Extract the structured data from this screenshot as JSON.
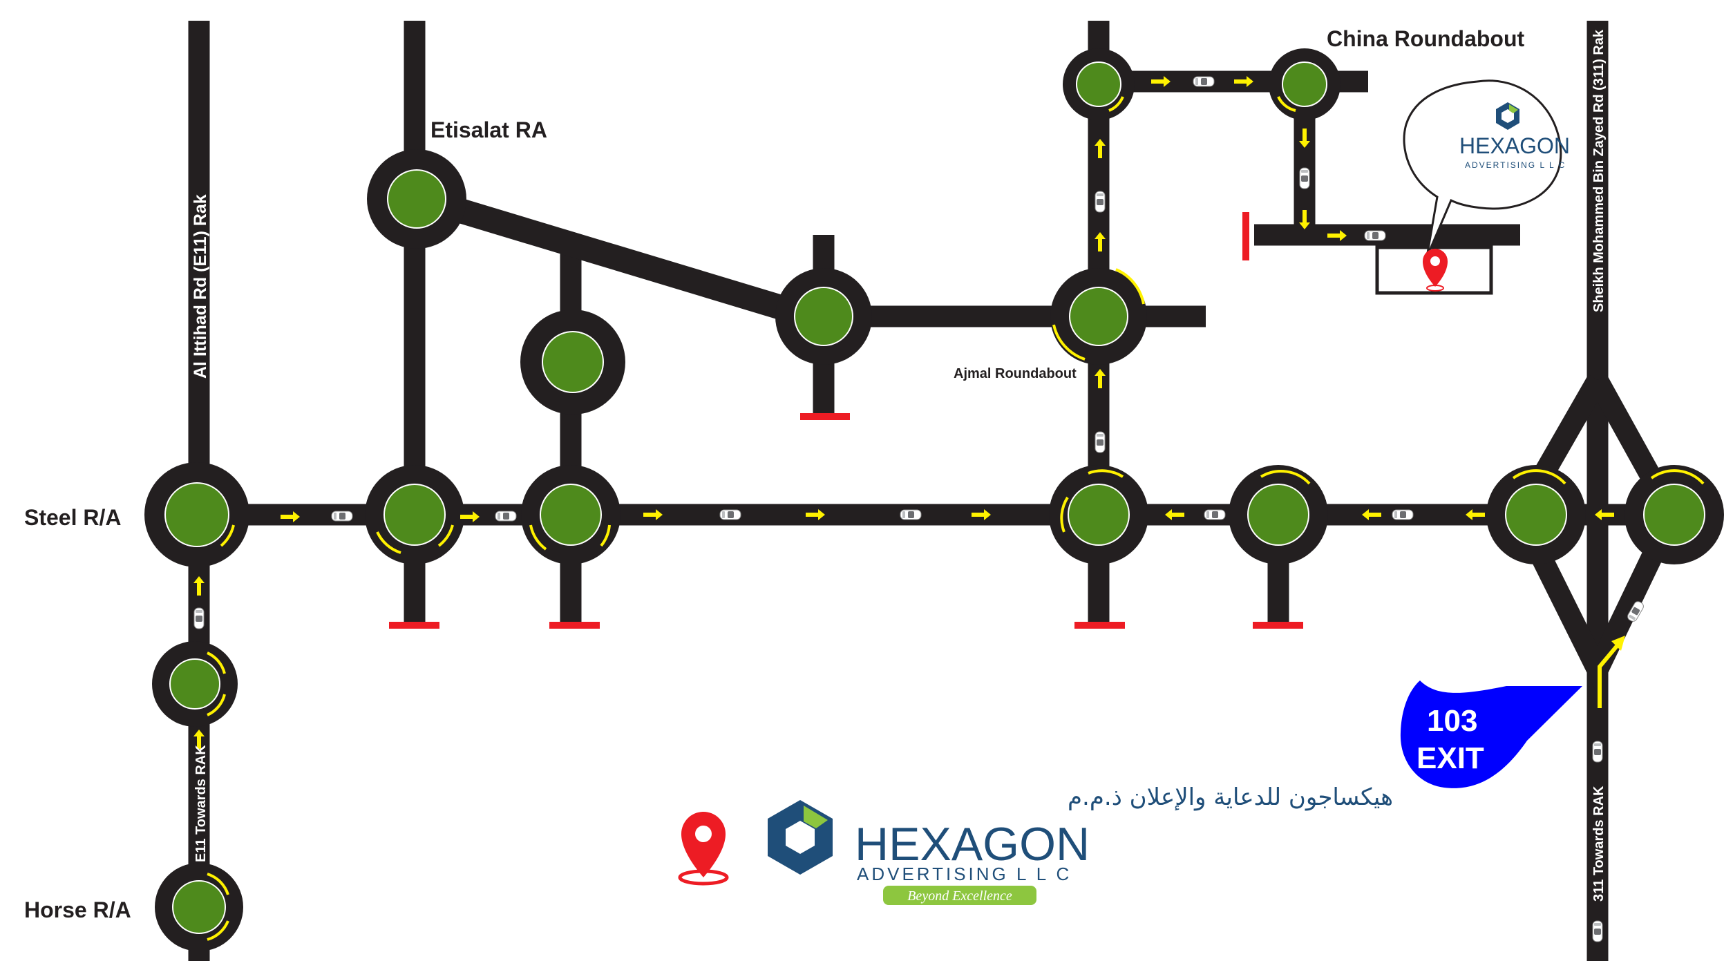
{
  "colors": {
    "road": "#231f20",
    "roundabout_fill": "#4e8a1c",
    "arrow": "#fff200",
    "dead_end": "#ed1c24",
    "exit_badge": "#0000ff",
    "logo_blue": "#1f4e79",
    "logo_green": "#8dc63f"
  },
  "labels": {
    "etisalat": "Etisalat RA",
    "china": "China Roundabout",
    "ajmal": "Ajmal Roundabout",
    "steel": "Steel R/A",
    "horse": "Horse R/A",
    "al_ittihad": "Al Ittihad Rd (E11) Rak",
    "e11_towards": "E11 Towards RAK",
    "sheikh_mohammed": "Sheikh Mohammed Bin Zayed Rd (311) Rak",
    "towards_311": "311 Towards RAK"
  },
  "exit_badge": {
    "number": "103",
    "word": "EXIT"
  },
  "bubble_logo": {
    "name": "HEXAGON",
    "tag": "ADVERTISING L L C",
    "icon": "hexagon-logo-icon"
  },
  "footer_logo": {
    "arabic": "هيكساجون للدعاية والإعلان ذ.م.م",
    "name": "HEXAGON",
    "tag": "ADVERTISING L L C",
    "slogan": "Beyond Excellence",
    "pin_icon": "location-pin-icon",
    "mark_icon": "hexagon-logo-icon"
  }
}
